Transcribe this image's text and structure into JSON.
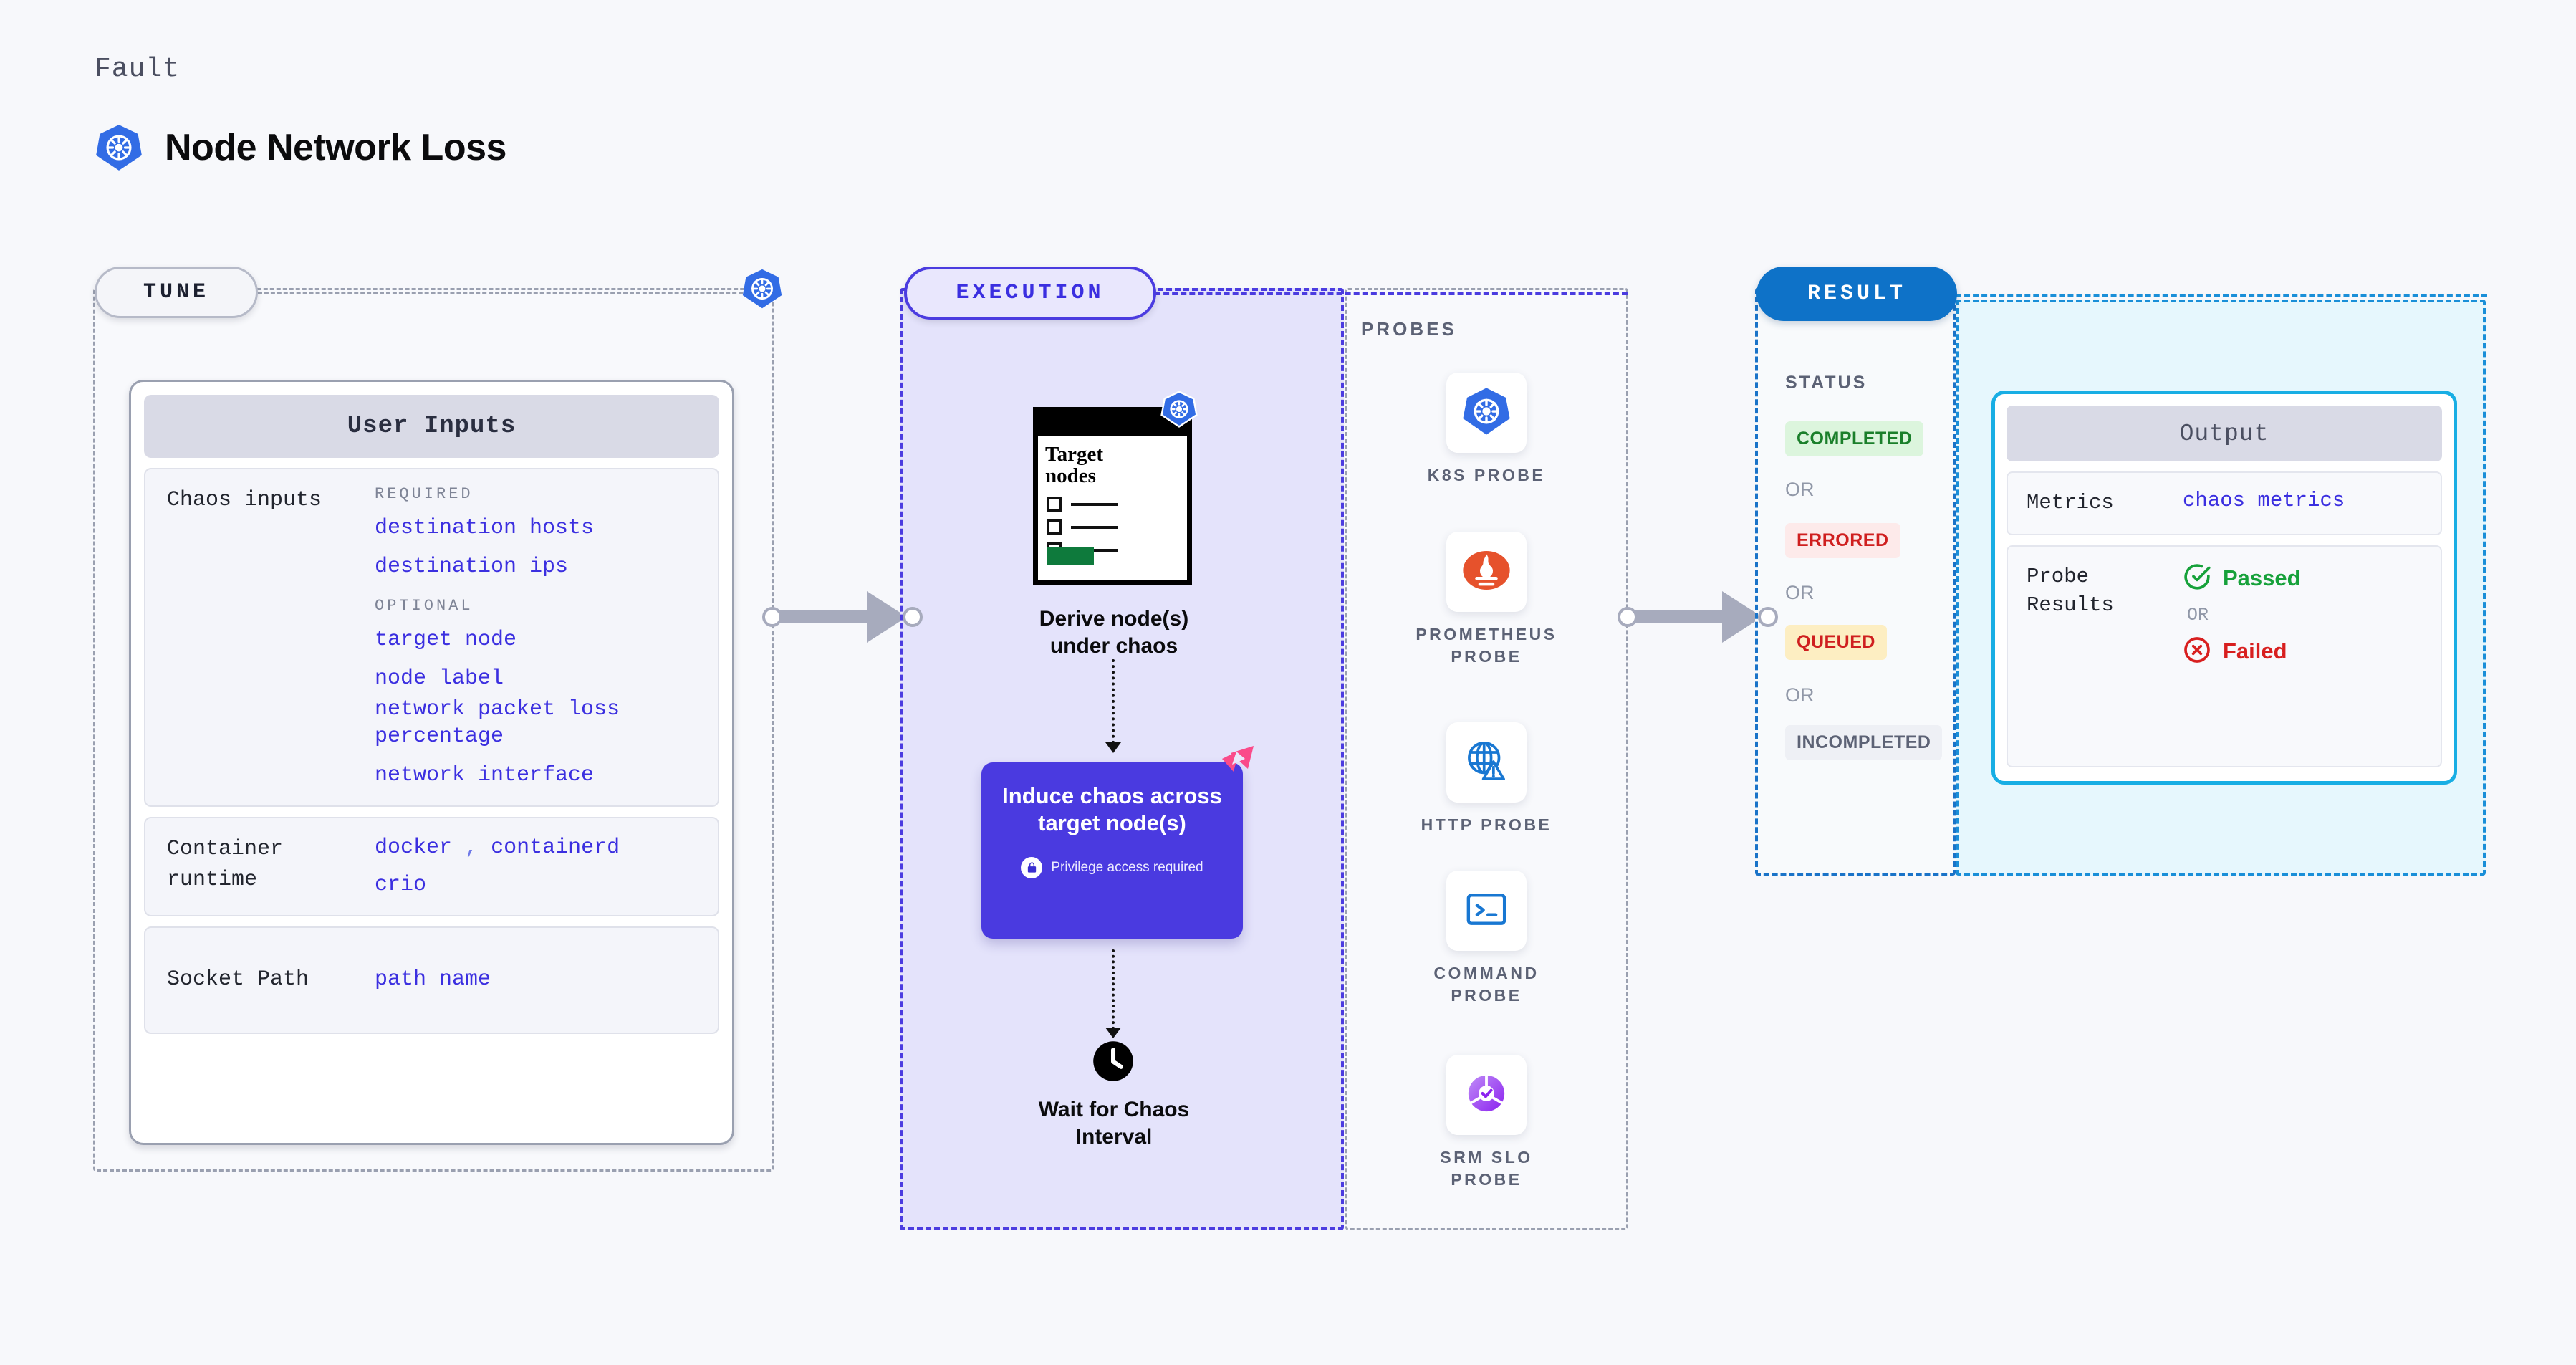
{
  "header": {
    "kicker": "Fault",
    "title": "Node Network Loss",
    "icon": "kubernetes-icon"
  },
  "tune": {
    "pill_label": "TUNE",
    "badge_icon": "kubernetes-icon",
    "card_title": "User Inputs",
    "sections": [
      {
        "label": "Chaos inputs",
        "groups": [
          {
            "title": "REQUIRED",
            "values": [
              "destination hosts",
              "destination ips"
            ]
          },
          {
            "title": "OPTIONAL",
            "values": [
              "target node",
              "node label",
              "network packet loss percentage",
              "network interface"
            ]
          }
        ]
      },
      {
        "label": "Container runtime",
        "values_line1": "docker",
        "separator": ",",
        "values_line1b": "containerd",
        "values_line2": "crio"
      },
      {
        "label": "Socket Path",
        "value": "path name"
      }
    ]
  },
  "execution": {
    "pill_label": "EXECUTION",
    "doc": {
      "title_line1": "Target",
      "title_line2": "nodes",
      "icon": "kubernetes-icon"
    },
    "step1_caption_line1": "Derive node(s)",
    "step1_caption_line2": "under chaos",
    "chaos_box": {
      "title_line1": "Induce chaos across",
      "title_line2": "target node(s)",
      "privilege_note": "Privilege access required",
      "privilege_icon": "lock-icon",
      "color": "#4a3ae0"
    },
    "step3_caption_line1": "Wait for Chaos",
    "step3_caption_line2": "Interval",
    "step3_icon": "clock-icon"
  },
  "probes": {
    "label": "PROBES",
    "items": [
      {
        "name_line1": "K8S",
        "name_line2": "PROBE",
        "icon": "kubernetes-icon"
      },
      {
        "name_line1": "PROMETHEUS",
        "name_line2": "PROBE",
        "icon": "prometheus-icon"
      },
      {
        "name_line1": "HTTP",
        "name_line2": "PROBE",
        "icon": "globe-warning-icon"
      },
      {
        "name_line1": "COMMAND",
        "name_line2": "PROBE",
        "icon": "terminal-icon"
      },
      {
        "name_line1": "SRM SLO",
        "name_line2": "PROBE",
        "icon": "slo-gauge-icon"
      }
    ]
  },
  "result": {
    "pill_label": "RESULT",
    "status_label": "STATUS",
    "or_label": "OR",
    "badges": [
      {
        "text": "COMPLETED",
        "bg": "#dcf5dd",
        "fg": "#1b7f2b"
      },
      {
        "text": "ERRORED",
        "bg": "#fdeaea",
        "fg": "#cf1f1f"
      },
      {
        "text": "QUEUED",
        "bg": "#fdeec2",
        "fg": "#cf1f1f"
      },
      {
        "text": "INCOMPLETED",
        "bg": "#eef0f5",
        "fg": "#5c6275"
      }
    ]
  },
  "output": {
    "card_title": "Output",
    "metrics_label": "Metrics",
    "metrics_value": "chaos metrics",
    "probe_results_label_line1": "Probe",
    "probe_results_label_line2": "Results",
    "passed_text": "Passed",
    "passed_icon": "check-circle-icon",
    "or_label": "OR",
    "failed_text": "Failed",
    "failed_icon": "x-circle-icon"
  }
}
